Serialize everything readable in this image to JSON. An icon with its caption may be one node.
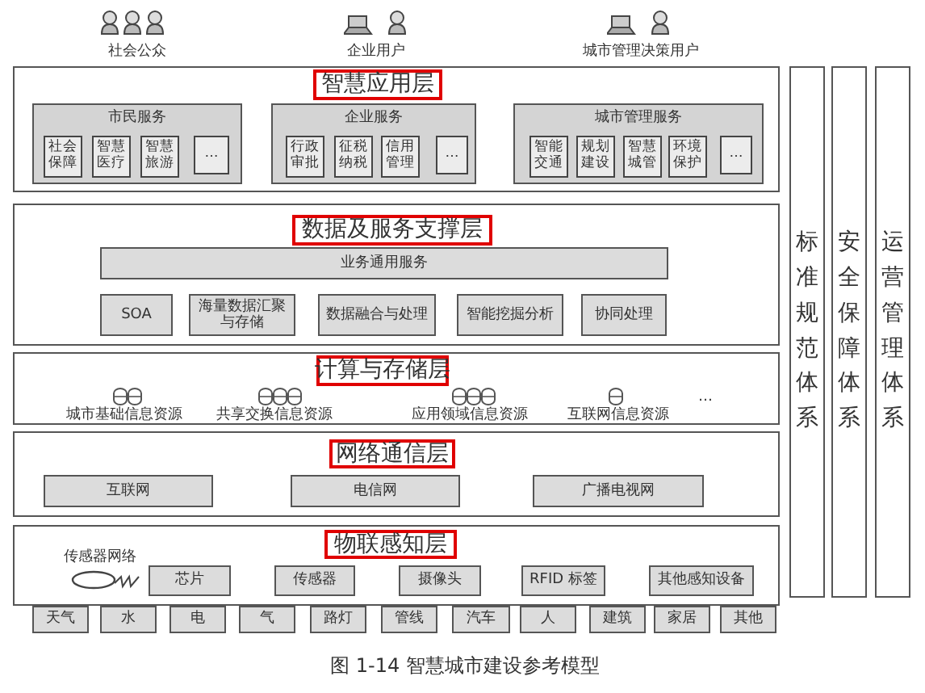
{
  "diagram": {
    "caption": "图 1-14 智慧城市建设参考模型",
    "nodes": [
      {
        "text": [
          "智慧应用层"
        ]
      },
      {
        "text": [
          "市民服务"
        ],
        "in": 0
      },
      {
        "text": [
          "社会保障"
        ],
        "in": 1
      },
      {
        "text": [
          "智慧医疗"
        ],
        "in": 1
      },
      {
        "text": [
          "智慧旅游"
        ],
        "in": 1
      },
      {
        "text": [
          "…"
        ],
        "in": 1
      },
      {
        "text": [
          "企业服务"
        ],
        "in": 0
      },
      {
        "text": [
          "行政审批"
        ],
        "in": 6
      },
      {
        "text": [
          "征税纳税"
        ],
        "in": 6
      },
      {
        "text": [
          "信用管理"
        ],
        "in": 6
      },
      {
        "text": [
          "…"
        ],
        "in": 6
      },
      {
        "text": [
          "城市管理服务"
        ],
        "in": 0
      },
      {
        "text": [
          "智能交通"
        ],
        "in": 11
      },
      {
        "text": [
          "规划建设"
        ],
        "in": 11
      },
      {
        "text": [
          "智慧城管"
        ],
        "in": 11
      },
      {
        "text": [
          "环境保护"
        ],
        "in": 11
      },
      {
        "text": [
          "…"
        ],
        "in": 11
      },
      {
        "text": [
          "数据及服务支撑层"
        ]
      },
      {
        "text": [
          "业务通用服务"
        ],
        "in": 17
      },
      {
        "text": [
          "SOA"
        ],
        "in": 17
      },
      {
        "text": [
          "海量数据汇聚与存储"
        ],
        "in": 17
      },
      {
        "text": [
          "数据融合与处理"
        ],
        "in": 17
      },
      {
        "text": [
          "智能挖掘分析"
        ],
        "in": 17
      },
      {
        "text": [
          "协同处理"
        ],
        "in": 17
      },
      {
        "text": [
          "计算与存储层",
          "城市基础信息资源",
          "共享交换信息资源",
          "应用领域信息资源",
          "互联网信息资源",
          "…"
        ]
      },
      {
        "text": [
          "网络通信层"
        ]
      },
      {
        "text": [
          "互联网"
        ],
        "in": 25
      },
      {
        "text": [
          "电信网"
        ],
        "in": 25
      },
      {
        "text": [
          "广播电视网"
        ],
        "in": 25
      },
      {
        "text": [
          "物联感知层",
          "传感器网络"
        ]
      },
      {
        "text": [
          "芯片"
        ],
        "in": 29
      },
      {
        "text": [
          "传感器"
        ],
        "in": 29
      },
      {
        "text": [
          "摄像头"
        ],
        "in": 29
      },
      {
        "text": [
          "RFID 标签"
        ],
        "in": 29
      },
      {
        "text": [
          "其他感知设备"
        ],
        "in": 29
      },
      {
        "text": [
          "天气"
        ]
      },
      {
        "text": [
          "水"
        ]
      },
      {
        "text": [
          "电"
        ]
      },
      {
        "text": [
          "气"
        ]
      },
      {
        "text": [
          "路灯"
        ]
      },
      {
        "text": [
          "管线"
        ]
      },
      {
        "text": [
          "汽车"
        ]
      },
      {
        "text": [
          "人"
        ]
      },
      {
        "text": [
          "建筑"
        ]
      },
      {
        "text": [
          "家居"
        ]
      },
      {
        "text": [
          "其他"
        ]
      },
      {
        "text": [
          "标准规范体系"
        ]
      },
      {
        "text": [
          "安全保障体系"
        ]
      },
      {
        "text": [
          "运营管理体系"
        ]
      }
    ],
    "labels": [
      "社会公众",
      "企业用户",
      "城市管理决策用户"
    ]
  }
}
